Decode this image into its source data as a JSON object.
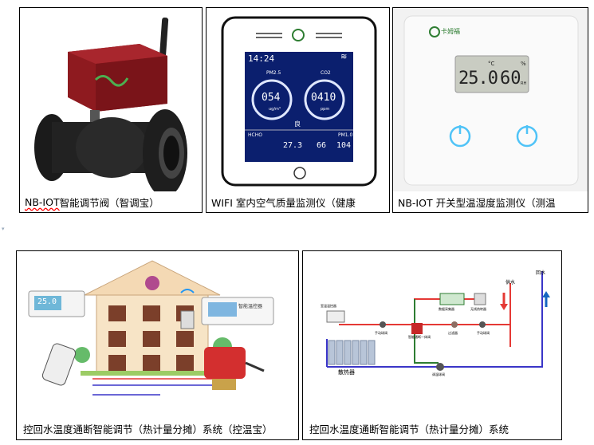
{
  "panels": {
    "valve": {
      "caption_prefix": "NB-IOT",
      "caption_rest": " 智能调节阀（智调宝）"
    },
    "wifi": {
      "caption": "WIFI  室内空气质量监测仪（健康",
      "display": {
        "time": "14:24",
        "pm25_label": "PM2.5",
        "pm25_value": "054",
        "co2_label": "CO2",
        "co2_value": "0410",
        "status": "良",
        "hcho_label": "HCHO",
        "pm10_label": "PM1.0",
        "temp": "27.3",
        "hum": "66",
        "pm10_value": "104",
        "unit_ug": "ug/m³",
        "unit_ppm": "ppm"
      }
    },
    "switch": {
      "caption": "NB-IOT  开关型温湿度监测仪（测温",
      "display": {
        "temp": "25.0",
        "hum": "60",
        "unit_c": "°C",
        "unit_pct": "%",
        "unit_rh": "RH"
      }
    },
    "house": {
      "caption": "控回水温度通断智能调节（热计量分摊）系统（控温宝）",
      "lcd": "25.0",
      "ctrl_title": "智能温控器"
    },
    "system": {
      "caption": "控回水温度通断智能调节（热计量分摊）系统",
      "labels": {
        "supply": "供水",
        "return": "回水",
        "radiator": "散热器",
        "room_ctrl": "室温温控器",
        "valve1": "手动球阀",
        "valve2": "智能通断一体阀",
        "filter": "过滤器",
        "valve3": "手动球阀",
        "valve4": "调温球阀",
        "collector": "数据采集器",
        "wireless": "无线热转器"
      }
    }
  },
  "brand": "卡姆福",
  "colors": {
    "valve_red": "#8e1a1f",
    "pipe_red": "#e53935",
    "pipe_blue": "#3a35c8",
    "lcd_blue": "#0b1f6e",
    "led_blue": "#4fc3f7"
  }
}
